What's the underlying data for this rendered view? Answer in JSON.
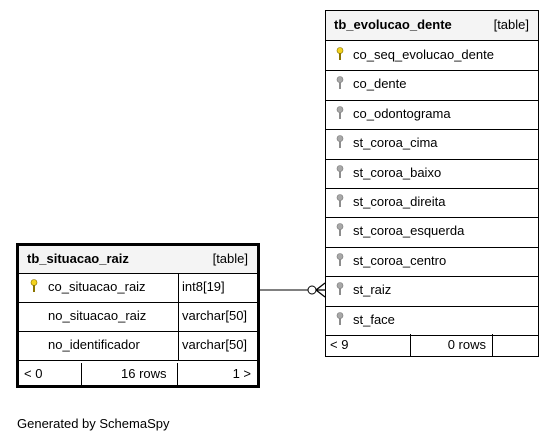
{
  "tables": [
    {
      "name": "tb_evolucao_dente",
      "kind": "[table]",
      "columns": [
        {
          "name": "co_seq_evolucao_dente",
          "key": "primary"
        },
        {
          "name": "co_dente",
          "key": "none"
        },
        {
          "name": "co_odontograma",
          "key": "none"
        },
        {
          "name": "st_coroa_cima",
          "key": "none"
        },
        {
          "name": "st_coroa_baixo",
          "key": "none"
        },
        {
          "name": "st_coroa_direita",
          "key": "none"
        },
        {
          "name": "st_coroa_esquerda",
          "key": "none"
        },
        {
          "name": "st_coroa_centro",
          "key": "none"
        },
        {
          "name": "st_raiz",
          "key": "none"
        },
        {
          "name": "st_face",
          "key": "none"
        }
      ],
      "footer": {
        "children": "< 9",
        "rows": "0 rows",
        "parents": ""
      }
    },
    {
      "name": "tb_situacao_raiz",
      "kind": "[table]",
      "columns": [
        {
          "name": "co_situacao_raiz",
          "type": "int8[19]",
          "key": "primary"
        },
        {
          "name": "no_situacao_raiz",
          "type": "varchar[50]",
          "key": "none"
        },
        {
          "name": "no_identificador",
          "type": "varchar[50]",
          "key": "none"
        }
      ],
      "footer": {
        "children": "< 0",
        "rows": "16 rows",
        "parents": "1 >"
      }
    }
  ],
  "relationship": {
    "from_table": "tb_situacao_raiz",
    "from_column": "co_situacao_raiz",
    "to_table": "tb_evolucao_dente",
    "to_column": "st_raiz",
    "cardinality": "zero-or-many"
  },
  "colors": {
    "primary_key": "#f2d21f",
    "plain_key": "#a8a8a8",
    "header_bg": "#f4f4f4"
  },
  "generated_by": "Generated by SchemaSpy"
}
